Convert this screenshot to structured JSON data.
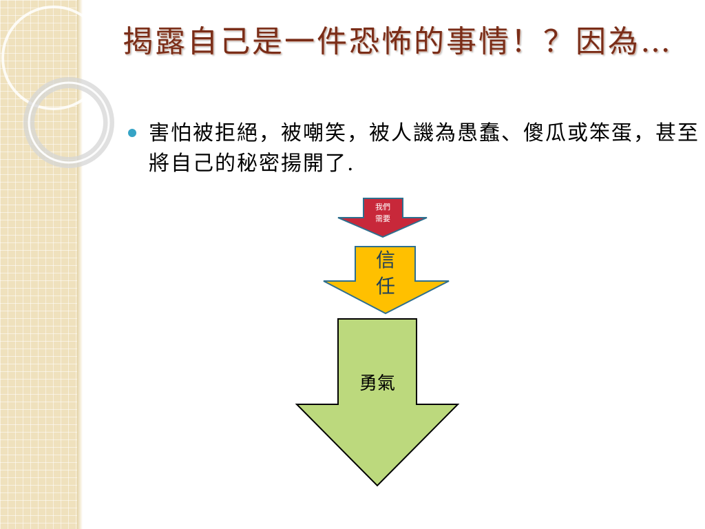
{
  "slide": {
    "title": "揭露自己是一件恐怖的事情！？因為…",
    "bullet": "害怕被拒絕，被嘲笑，被人譏為愚蠢、傻瓜或笨蛋，甚至將自己的秘密揚開了."
  },
  "flow": {
    "arrow_need": {
      "label_line1": "我們",
      "label_line2": "需要",
      "color": "#c8283a",
      "stroke": "#2e6f8e"
    },
    "arrow_trust": {
      "label_line1": "信",
      "label_line2": "任",
      "color": "#ffc000",
      "stroke": "#2e6f8e"
    },
    "arrow_courage": {
      "label": "勇氣",
      "color": "#bcd97d",
      "stroke": "#000000"
    }
  },
  "colors": {
    "title": "#7a2d18",
    "bullet_marker": "#36a4c6",
    "side_band": "#efe1bd"
  }
}
